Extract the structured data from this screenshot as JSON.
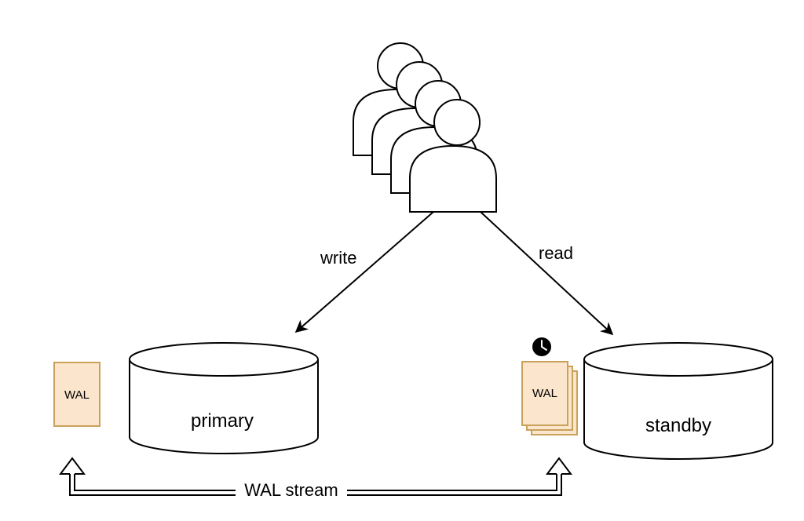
{
  "diagram": {
    "users": {
      "icon": "user-group-icon",
      "count": 4
    },
    "edges": {
      "write_label": "write",
      "read_label": "read",
      "wal_stream_label": "WAL stream"
    },
    "primary": {
      "label": "primary",
      "icon": "database-cylinder-icon",
      "wal_label": "WAL"
    },
    "standby": {
      "label": "standby",
      "icon": "database-cylinder-icon",
      "wal_label": "WAL",
      "wal_stack_pages": 3,
      "clock_icon": "clock-icon"
    },
    "colors": {
      "wal_fill": "#fbe6cd",
      "wal_border": "#c9a15a",
      "stroke": "#000000",
      "background": "#ffffff"
    }
  }
}
